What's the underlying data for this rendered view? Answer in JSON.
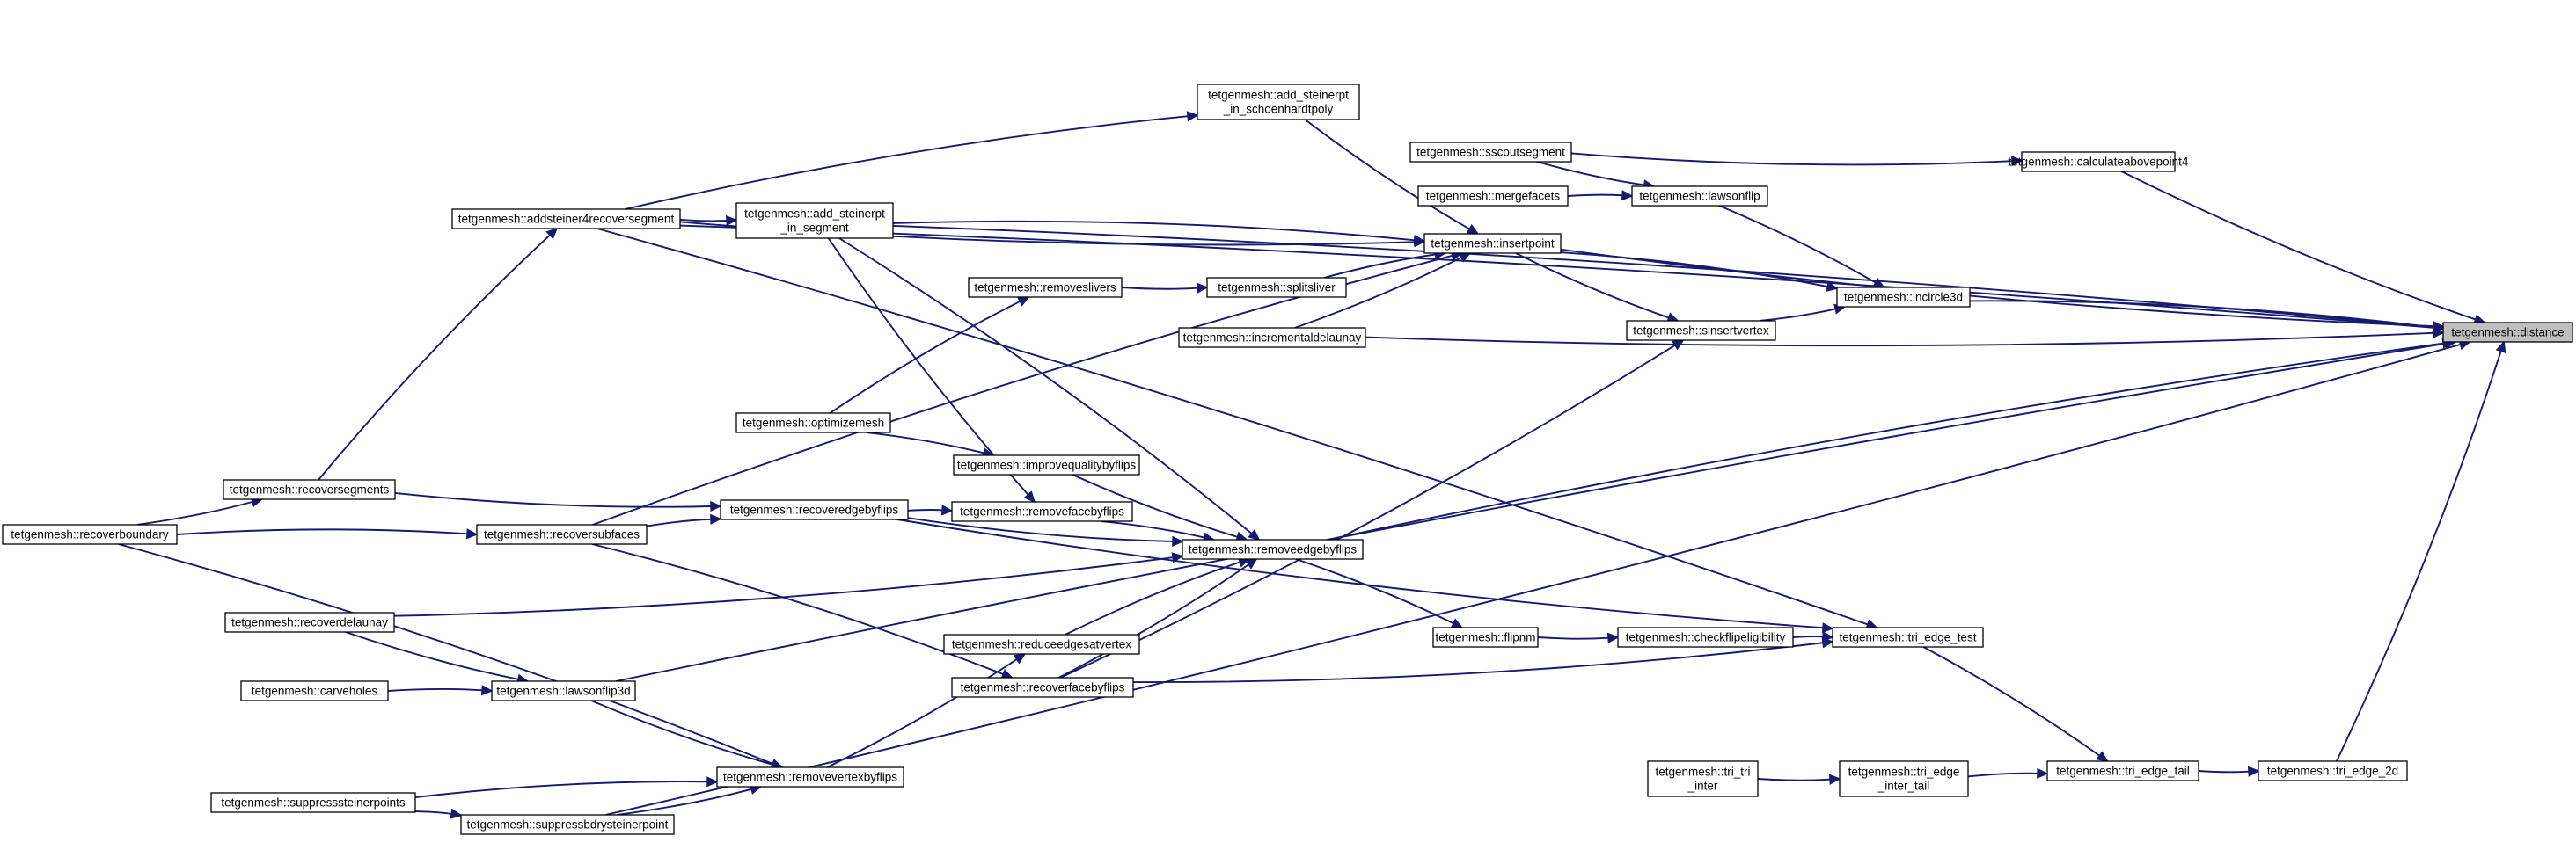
{
  "graph": {
    "title": "",
    "root": "distance",
    "nodes": [
      {
        "id": "distance",
        "label": "tetgenmesh::distance"
      },
      {
        "id": "calculateabovepoint4",
        "label": "tetgenmesh::calculateabovepoint4"
      },
      {
        "id": "sscoutsegment",
        "label": "tetgenmesh::sscoutsegment"
      },
      {
        "id": "incircle3d",
        "label": "tetgenmesh::incircle3d"
      },
      {
        "id": "lawsonflip",
        "label": "tetgenmesh::lawsonflip"
      },
      {
        "id": "mergefacets",
        "label": "tetgenmesh::mergefacets"
      },
      {
        "id": "insertpoint",
        "label": "tetgenmesh::insertpoint"
      },
      {
        "id": "add_steinerpt_in_schoenhardtpoly",
        "label": "tetgenmesh::add_steinerpt\n_in_schoenhardtpoly"
      },
      {
        "id": "addsteiner4recoversegment",
        "label": "tetgenmesh::addsteiner4recoversegment"
      },
      {
        "id": "add_steinerpt_in_segment",
        "label": "tetgenmesh::add_steinerpt\n_in_segment"
      },
      {
        "id": "splitsliver",
        "label": "tetgenmesh::splitsliver"
      },
      {
        "id": "removeslivers",
        "label": "tetgenmesh::removeslivers"
      },
      {
        "id": "incrementaldelaunay",
        "label": "tetgenmesh::incrementaldelaunay"
      },
      {
        "id": "sinsertvertex",
        "label": "tetgenmesh::sinsertvertex"
      },
      {
        "id": "optimizemesh",
        "label": "tetgenmesh::optimizemesh"
      },
      {
        "id": "improvequalitybyflips",
        "label": "tetgenmesh::improvequalitybyflips"
      },
      {
        "id": "recoversegments",
        "label": "tetgenmesh::recoversegments"
      },
      {
        "id": "recoveredgebyflips",
        "label": "tetgenmesh::recoveredgebyflips"
      },
      {
        "id": "removefacebyflips",
        "label": "tetgenmesh::removefacebyflips"
      },
      {
        "id": "recoverboundary",
        "label": "tetgenmesh::recoverboundary"
      },
      {
        "id": "recoversubfaces",
        "label": "tetgenmesh::recoversubfaces"
      },
      {
        "id": "removeedgebyflips",
        "label": "tetgenmesh::removeedgebyflips"
      },
      {
        "id": "recoverdelaunay",
        "label": "tetgenmesh::recoverdelaunay"
      },
      {
        "id": "flipnm",
        "label": "tetgenmesh::flipnm"
      },
      {
        "id": "checkflipeligibility",
        "label": "tetgenmesh::checkflipeligibility"
      },
      {
        "id": "tri_edge_test",
        "label": "tetgenmesh::tri_edge_test"
      },
      {
        "id": "reduceedgesatvertex",
        "label": "tetgenmesh::reduceedgesatvertex"
      },
      {
        "id": "carveholes",
        "label": "tetgenmesh::carveholes"
      },
      {
        "id": "lawsonflip3d",
        "label": "tetgenmesh::lawsonflip3d"
      },
      {
        "id": "recoverfacebyflips",
        "label": "tetgenmesh::recoverfacebyflips"
      },
      {
        "id": "tri_tri_inter",
        "label": "tetgenmesh::tri_tri\n_inter"
      },
      {
        "id": "tri_edge_inter_tail",
        "label": "tetgenmesh::tri_edge\n_inter_tail"
      },
      {
        "id": "tri_edge_tail",
        "label": "tetgenmesh::tri_edge_tail"
      },
      {
        "id": "tri_edge_2d",
        "label": "tetgenmesh::tri_edge_2d"
      },
      {
        "id": "removevertexbyflips",
        "label": "tetgenmesh::removevertexbyflips"
      },
      {
        "id": "suppresssteinerpoints",
        "label": "tetgenmesh::suppresssteinerpoints"
      },
      {
        "id": "suppressbdrysteinerpoint",
        "label": "tetgenmesh::suppressbdrysteinerpoint"
      }
    ],
    "edges": [
      {
        "from": "calculateabovepoint4",
        "to": "distance"
      },
      {
        "from": "incircle3d",
        "to": "distance"
      },
      {
        "from": "insertpoint",
        "to": "distance"
      },
      {
        "from": "addsteiner4recoversegment",
        "to": "distance"
      },
      {
        "from": "incrementaldelaunay",
        "to": "distance"
      },
      {
        "from": "add_steinerpt_in_segment",
        "to": "distance"
      },
      {
        "from": "tri_edge_2d",
        "to": "distance"
      },
      {
        "from": "lawsonflip3d",
        "to": "distance"
      },
      {
        "from": "suppressbdrysteinerpoint",
        "to": "distance"
      },
      {
        "from": "removeedgebyflips",
        "to": "distance"
      },
      {
        "from": "sscoutsegment",
        "to": "calculateabovepoint4"
      },
      {
        "from": "lawsonflip",
        "to": "incircle3d"
      },
      {
        "from": "sinsertvertex",
        "to": "incircle3d"
      },
      {
        "from": "insertpoint",
        "to": "incircle3d"
      },
      {
        "from": "sscoutsegment",
        "to": "lawsonflip"
      },
      {
        "from": "mergefacets",
        "to": "lawsonflip"
      },
      {
        "from": "add_steinerpt_in_schoenhardtpoly",
        "to": "insertpoint"
      },
      {
        "from": "add_steinerpt_in_segment",
        "to": "insertpoint"
      },
      {
        "from": "addsteiner4recoversegment",
        "to": "insertpoint"
      },
      {
        "from": "splitsliver",
        "to": "insertpoint"
      },
      {
        "from": "incrementaldelaunay",
        "to": "insertpoint"
      },
      {
        "from": "recoversubfaces",
        "to": "insertpoint"
      },
      {
        "from": "insertpoint",
        "to": "sinsertvertex"
      },
      {
        "from": "addsteiner4recoversegment",
        "to": "add_steinerpt_in_schoenhardtpoly"
      },
      {
        "from": "addsteiner4recoversegment",
        "to": "add_steinerpt_in_segment"
      },
      {
        "from": "recoversegments",
        "to": "addsteiner4recoversegment"
      },
      {
        "from": "removeslivers",
        "to": "splitsliver"
      },
      {
        "from": "optimizemesh",
        "to": "removeslivers"
      },
      {
        "from": "recoverfacebyflips",
        "to": "sinsertvertex"
      },
      {
        "from": "optimizemesh",
        "to": "improvequalitybyflips"
      },
      {
        "from": "improvequalitybyflips",
        "to": "removeedgebyflips"
      },
      {
        "from": "recoveredgebyflips",
        "to": "removefacebyflips"
      },
      {
        "from": "recoversegments",
        "to": "recoveredgebyflips"
      },
      {
        "from": "recoversubfaces",
        "to": "recoveredgebyflips"
      },
      {
        "from": "recoverboundary",
        "to": "recoversegments"
      },
      {
        "from": "recoverboundary",
        "to": "recoversubfaces"
      },
      {
        "from": "recoveredgebyflips",
        "to": "removeedgebyflips"
      },
      {
        "from": "removefacebyflips",
        "to": "removeedgebyflips"
      },
      {
        "from": "recoverdelaunay",
        "to": "removeedgebyflips"
      },
      {
        "from": "reduceedgesatvertex",
        "to": "removeedgebyflips"
      },
      {
        "from": "recoverfacebyflips",
        "to": "removeedgebyflips"
      },
      {
        "from": "removeedgebyflips",
        "to": "flipnm"
      },
      {
        "from": "flipnm",
        "to": "checkflipeligibility"
      },
      {
        "from": "checkflipeligibility",
        "to": "tri_edge_test"
      },
      {
        "from": "recoveredgebyflips",
        "to": "tri_edge_test"
      },
      {
        "from": "addsteiner4recoversegment",
        "to": "tri_edge_test"
      },
      {
        "from": "recoverfacebyflips",
        "to": "tri_edge_test"
      },
      {
        "from": "tri_edge_test",
        "to": "tri_edge_tail"
      },
      {
        "from": "tri_tri_inter",
        "to": "tri_edge_inter_tail"
      },
      {
        "from": "tri_edge_inter_tail",
        "to": "tri_edge_tail"
      },
      {
        "from": "tri_edge_tail",
        "to": "tri_edge_2d"
      },
      {
        "from": "recoversubfaces",
        "to": "recoverfacebyflips"
      },
      {
        "from": "recoverdelaunay",
        "to": "lawsonflip3d"
      },
      {
        "from": "carveholes",
        "to": "lawsonflip3d"
      },
      {
        "from": "lawsonflip3d",
        "to": "removevertexbyflips"
      },
      {
        "from": "recoverboundary",
        "to": "removevertexbyflips"
      },
      {
        "from": "removevertexbyflips",
        "to": "reduceedgesatvertex"
      },
      {
        "from": "suppresssteinerpoints",
        "to": "removevertexbyflips"
      },
      {
        "from": "suppressbdrysteinerpoint",
        "to": "removevertexbyflips"
      },
      {
        "from": "suppresssteinerpoints",
        "to": "suppressbdrysteinerpoint"
      },
      {
        "from": "add_steinerpt_in_segment",
        "to": "removefacebyflips"
      },
      {
        "from": "add_steinerpt_in_segment",
        "to": "removeedgebyflips"
      }
    ]
  }
}
